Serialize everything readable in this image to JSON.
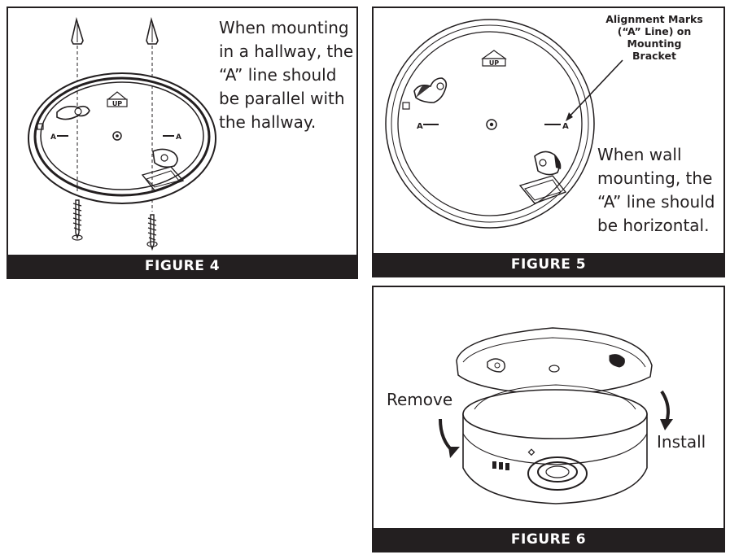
{
  "figure4": {
    "label": "FIGURE 4",
    "caption_lines": [
      "When mounting",
      "in a hallway, the",
      "“A” line should",
      "be parallel with",
      "the hallway."
    ],
    "bracket_up": "UP",
    "mark_a": "A"
  },
  "figure5": {
    "label": "FIGURE 5",
    "callout_lines": [
      "Alignment Marks",
      "(“A” Line) on",
      "Mounting",
      "Bracket"
    ],
    "caption_lines": [
      "When wall",
      "mounting, the",
      "“A” line should",
      "be horizontal."
    ],
    "bracket_up": "UP",
    "mark_a": "A"
  },
  "figure6": {
    "label": "FIGURE 6",
    "remove_label": "Remove",
    "install_label": "Install"
  }
}
